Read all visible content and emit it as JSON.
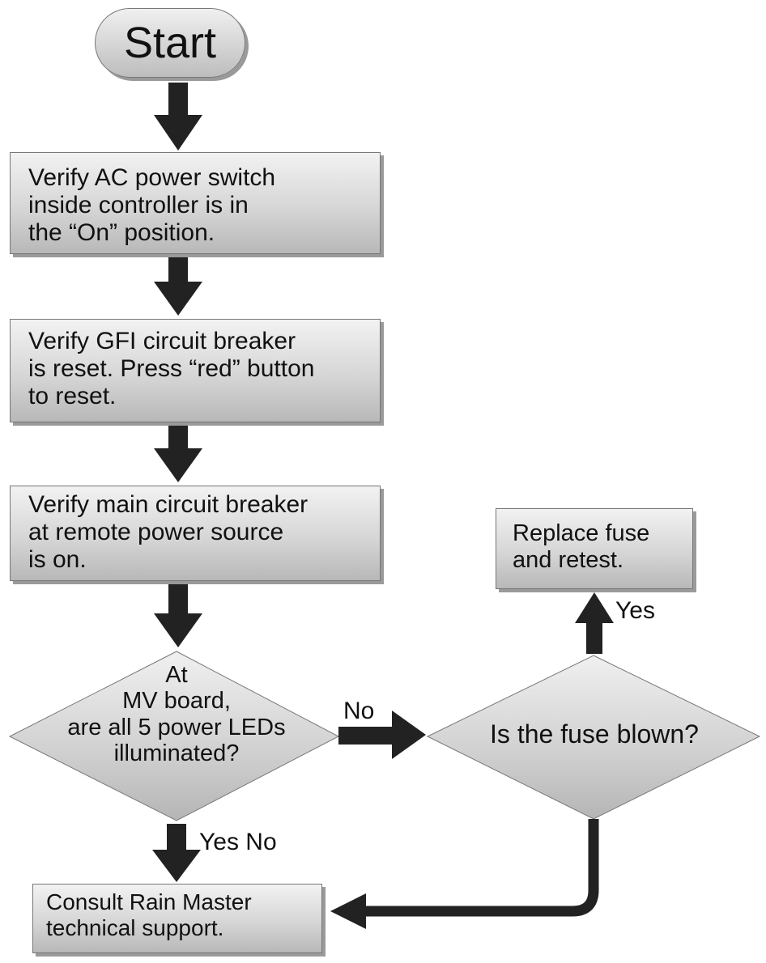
{
  "flowchart": {
    "start": "Start",
    "step1": [
      "Verify AC power switch",
      "inside controller is in",
      "the “On” position."
    ],
    "step2": [
      "Verify GFI circuit breaker",
      "is reset. Press “red” button",
      "to reset."
    ],
    "step3": [
      "Verify main circuit breaker",
      "at remote power source",
      "is on."
    ],
    "decision_leds": [
      "At",
      "MV board,",
      "are all 5 power LEDs",
      "illuminated?"
    ],
    "decision_fuse": "Is the fuse blown?",
    "replace_fuse": [
      "Replace fuse",
      "and retest."
    ],
    "consult": [
      "Consult Rain Master",
      "technical support."
    ],
    "labels": {
      "no_right": "No",
      "yes_up": "Yes",
      "yes_no_down": "Yes No"
    }
  },
  "colors": {
    "arrow": "#222222",
    "box_top": "#f2f2f2",
    "box_bottom": "#b8b8b8",
    "text": "#111111"
  }
}
